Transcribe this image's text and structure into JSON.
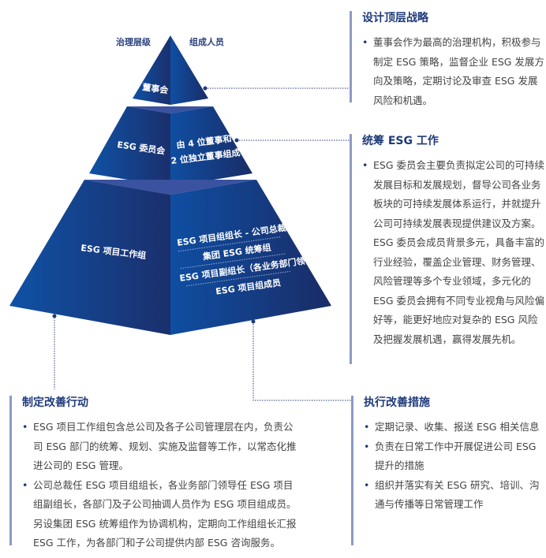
{
  "pyramid": {
    "header_left": "治理层级",
    "header_right": "组成人员",
    "level1": {
      "name": "董事会"
    },
    "level2": {
      "name": "ESG 委员会",
      "members": [
        "由 4 位董事和",
        "2 位独立董事组成"
      ]
    },
    "level3": {
      "name": "ESG 项目工作组",
      "members": [
        "ESG 项目组组长 - 公司总裁",
        "集团 ESG 统筹组",
        "ESG 项目副组长（各业务部门领导）",
        "ESG 项目组成员"
      ]
    }
  },
  "panels": {
    "top_strategy": {
      "title": "设计顶层战略",
      "bullets": [
        "董事会作为最高的治理机构，积极参与制定 ESG 策略，监督企业 ESG 发展方向及策略，定期讨论及审查 ESG 发展风险和机遇。"
      ]
    },
    "coordinate": {
      "title": "统筹 ESG 工作",
      "bullets": [
        "ESG 委员会主要负责拟定公司的可持续发展目标和发展规划，督导公司各业务板块的可持续发展体系运行，并就提升公司可持续发展表现提供建议及方案。ESG 委员会成员背景多元，具备丰富的行业经验，覆盖企业管理、财务管理、风险管理等多个专业领域，多元化的 ESG 委员会拥有不同专业视角与风险偏好等，能更好地应对复杂的 ESG 风险及把握发展机遇，赢得发展先机。"
      ]
    },
    "improve_action": {
      "title": "制定改善行动",
      "bullets": [
        "ESG 项目工作组包含总公司及各子公司管理层在内，负责公司 ESG 部门的统筹、规划、实施及监督等工作，以常态化推进公司的 ESG 管理。",
        "公司总裁任 ESG 项目组组长，各业务部门领导任 ESG 项目组副组长，各部门及子公司抽调人员作为 ESG 项目组成员。另设集团 ESG 统筹组作为协调机构，定期向工作组组长汇报 ESG 工作，为各部门和子公司提供内部 ESG 咨询服务。"
      ]
    },
    "execute": {
      "title": "执行改善措施",
      "bullets": [
        "定期记录、收集、报送 ESG 相关信息",
        "负责在日常工作中开展促进公司 ESG 提升的措施",
        "组织并落实有关 ESG 研究、培训、沟通与传播等日常管理工作"
      ]
    }
  },
  "colors": {
    "navy": "#1f3a7a",
    "blue": "#0f4ea2",
    "dark": "#1b2c66"
  }
}
